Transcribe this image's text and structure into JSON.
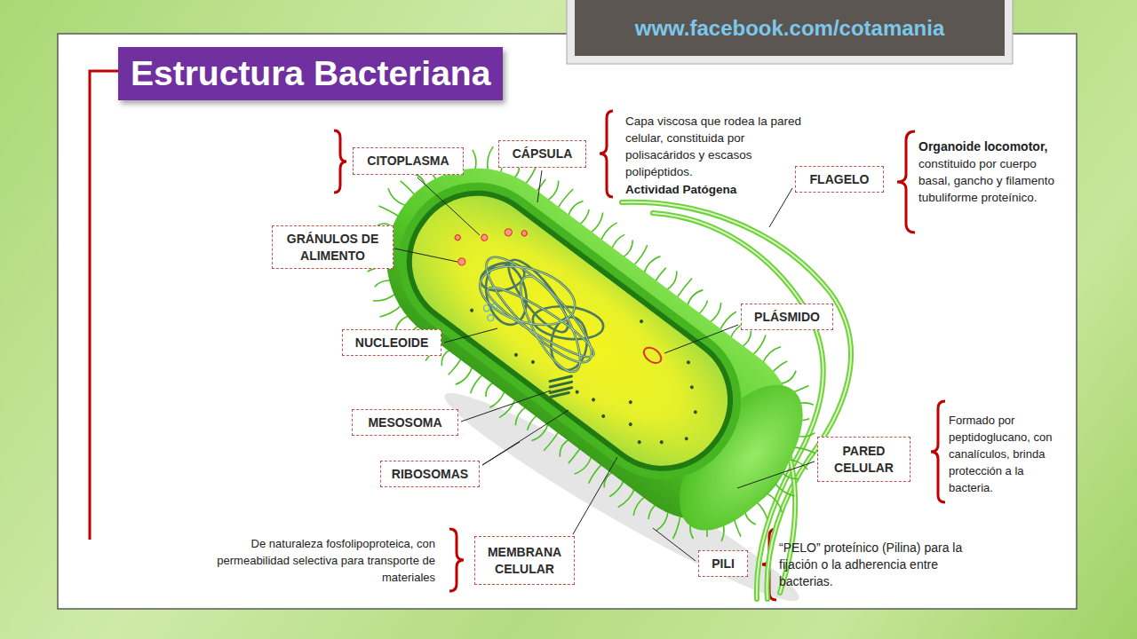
{
  "diagram": {
    "title": "Estructura Bacteriana",
    "nodes": [
      {
        "text": [
          "CITOPLASMA"
        ]
      },
      {
        "text": [
          "CÁPSULA"
        ]
      },
      {
        "text": [
          "FLAGELO"
        ]
      },
      {
        "text": [
          "GRÁNULOS DE ALIMENTO"
        ]
      },
      {
        "text": [
          "PLÁSMIDO"
        ]
      },
      {
        "text": [
          "NUCLEOIDE"
        ]
      },
      {
        "text": [
          "MESOSOMA"
        ]
      },
      {
        "text": [
          "RIBOSOMAS"
        ]
      },
      {
        "text": [
          "PARED CELULAR"
        ]
      },
      {
        "text": [
          "MEMBRANA CELULAR"
        ]
      },
      {
        "text": [
          "PILI"
        ]
      }
    ],
    "labels": [
      "www.facebook.com/cotamania",
      "Capa viscosa que rodea la pared celular, constituida por polisacáridos y escasos polipéptidos.",
      "Actividad Patógena",
      "Organoide locomotor,",
      "constituido por cuerpo basal, gancho y filamento tubuliforme proteínico.",
      "Formado por peptidoglucano, con canalículos, brinda protección a la bacteria.",
      "De naturaleza fosfolipoproteica, con permeabilidad selectiva para transporte de materiales",
      "“PELO” proteínico (Pilina) para la fijación o la adherencia entre bacterias."
    ]
  }
}
